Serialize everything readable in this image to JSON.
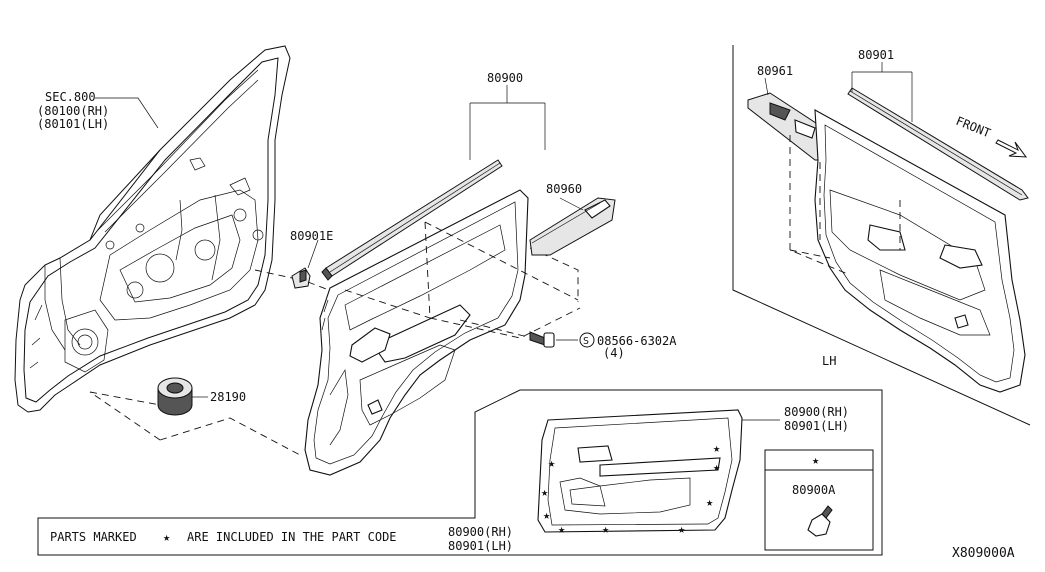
{
  "labels": {
    "sec800": "SEC.800",
    "p80100": "(80100(RH)",
    "p80101": "(80101(LH)",
    "p80900": "80900",
    "p80960": "80960",
    "p80901e": "80901E",
    "p28190": "28190",
    "screw": "08566-6302A",
    "screw_qty": "(4)",
    "screw_symbol": "S",
    "p80961": "80961",
    "p80901_top": "80901",
    "front": "FRONT",
    "lh": "LH",
    "trim_rh": "80900(RH)",
    "trim_lh": "80901(LH)",
    "note_prefix": "PARTS MARKED",
    "note_suffix": "ARE INCLUDED IN THE PART CODE",
    "note_rh": "80900(RH)",
    "note_lh": "80901(LH)",
    "legend_star": "★",
    "clip": "80900A",
    "diagram_code": "X809000A"
  },
  "icons": {
    "star": "star-icon",
    "arrow": "front-arrow-icon"
  }
}
